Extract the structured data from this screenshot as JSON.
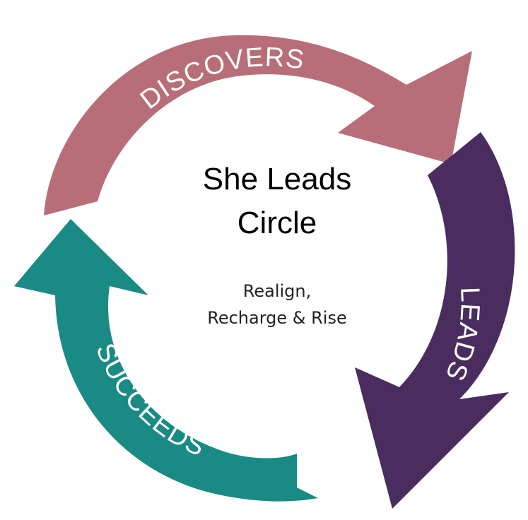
{
  "diagram": {
    "title_line1": "She Leads",
    "title_line2": "Circle",
    "subtitle_line1": "Realign,",
    "subtitle_line2": "Recharge & Rise",
    "arrows": [
      {
        "label": "DISCOVERS",
        "color": "#b86e78"
      },
      {
        "label": "LEADS",
        "color": "#4a2c5e"
      },
      {
        "label": "SUCCEEDS",
        "color": "#1a8a85"
      }
    ]
  }
}
